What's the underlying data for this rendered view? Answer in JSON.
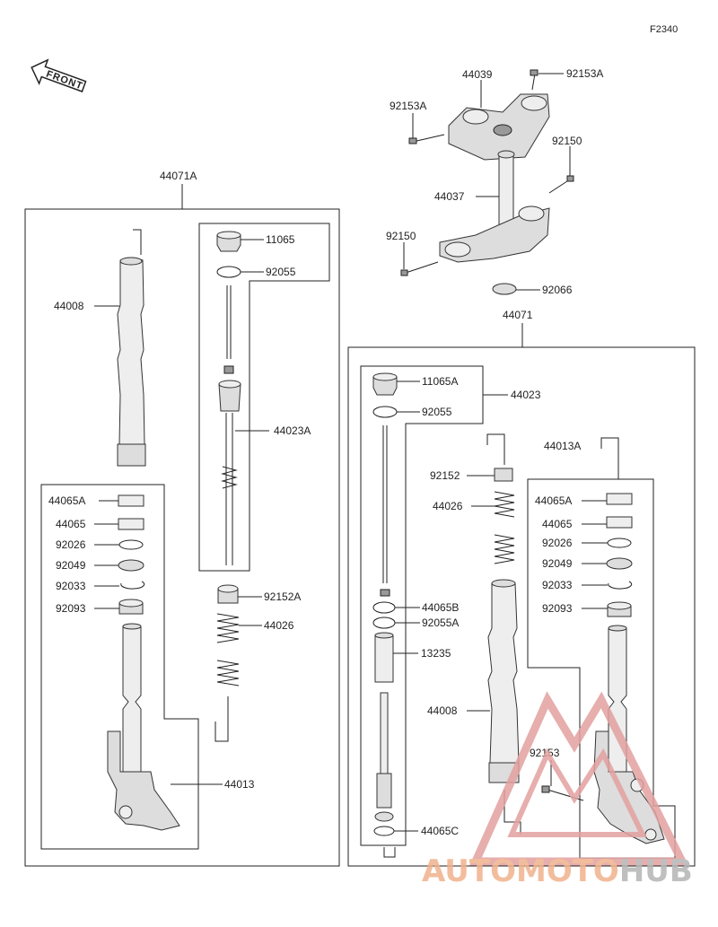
{
  "diagram_code": "F2340",
  "front_label": "FRONT",
  "left_assembly": {
    "assembly_label": "44071A",
    "tube_label": "44008",
    "inner_assembly_label": "44023A",
    "cap_label": "11065",
    "cap_oring_label": "92055",
    "nut_label": "92152A",
    "spring_label": "44026",
    "seal_labels": [
      "44065A",
      "44065",
      "92026",
      "92049",
      "92033",
      "92093"
    ],
    "outer_tube_label": "44013"
  },
  "right_assembly": {
    "assembly_label": "44071",
    "cap_label": "11065A",
    "cap_oring_label": "92055",
    "inner_assembly_label": "44023",
    "nut_label": "92152",
    "spring_label": "44026",
    "bushing_label": "44065B",
    "oring_label": "92055A",
    "cylinder_label": "13235",
    "tube_label": "44008",
    "bolt_label": "92153",
    "bottom_label": "44065C",
    "outer_tube_group_label": "44013A",
    "seal_labels": [
      "44065A",
      "44065",
      "92026",
      "92049",
      "92033",
      "92093"
    ]
  },
  "steering": {
    "upper_bracket_label": "44039",
    "bolt_top_right_label": "92153A",
    "bolt_top_left_label": "92153A",
    "stem_label": "44037",
    "bolt_right_label": "92150",
    "bolt_left_label": "92150",
    "bearing_label": "92066"
  },
  "watermark": {
    "part1": "AUTO",
    "part2": "MOTO",
    "part3": "HUB",
    "color1": "#f0b28c",
    "color2": "#b5b5b5",
    "triangle_color": "#e3a0a0"
  }
}
